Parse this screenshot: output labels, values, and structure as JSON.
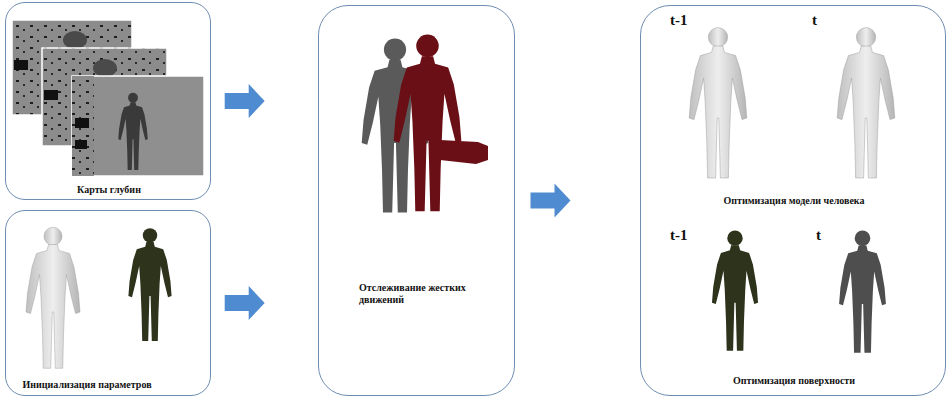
{
  "diagram": {
    "nodes": [
      {
        "text": [
          "Карты глубин"
        ]
      },
      {
        "text": [
          "Инициализация параметров"
        ]
      },
      {
        "text": [
          "Отслеживание жестких движений"
        ]
      },
      {
        "text": [
          "Оптимизация модели человека",
          "Оптимизация поверхности"
        ]
      }
    ],
    "edges": [
      {
        "from": 0,
        "to": 2,
        "arrow": "to"
      },
      {
        "from": 1,
        "to": 2,
        "arrow": "to"
      },
      {
        "from": 2,
        "to": 3,
        "arrow": "to"
      }
    ],
    "labels": [
      "t-1",
      "t",
      "t-1",
      "t"
    ]
  }
}
